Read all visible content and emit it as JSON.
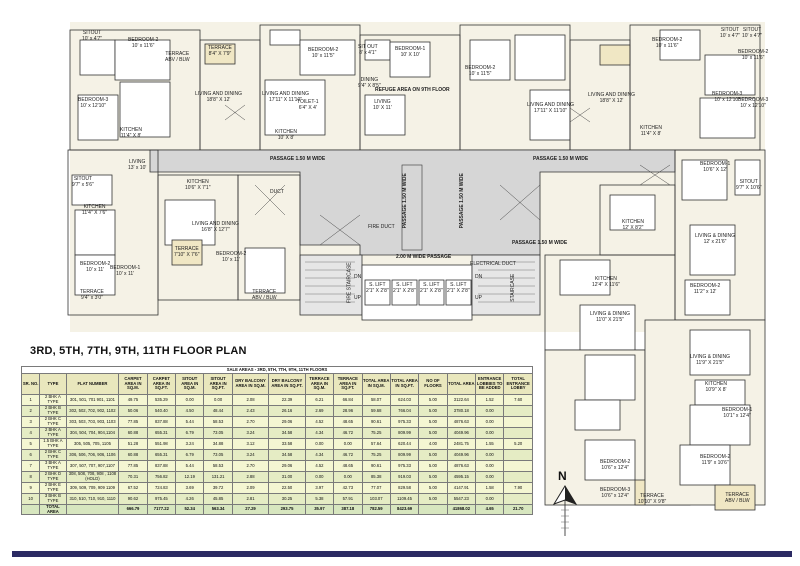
{
  "floor_plan_title": "3RD, 5TH, 7TH, 9TH, 11TH FLOOR PLAN",
  "north_label": "N",
  "colors": {
    "outline": "#333333",
    "grey_fill": "#d6d6d6",
    "tan_fill": "#f0e7c4",
    "table_header": "#e9e7bd",
    "bottom_bar": "#2b2a63"
  },
  "labels": {
    "passage_top_left": "PASSAGE 1.50 M WIDE",
    "passage_top_right": "PASSAGE 1.50 M WIDE",
    "passage_vertical_left": "PASSAGE 1.50 M WIDE",
    "passage_vertical_right": "PASSAGE 1.50 M WIDE",
    "passage_bottom": "PASSAGE 1.50 M WIDE",
    "passage_centre": "2.00 M WIDE PASSAGE",
    "refuge": "REFUGE AREA ON 9TH FLOOR",
    "fire_staircase": "FIRE STAIRCASE",
    "staircase": "STAIRCASE",
    "fire_duct": "FIRE DUCT",
    "electrical_duct": "ELECTRICAL DUCT",
    "lift_1": "S. LIFT\n2'1\" X 2'8\"",
    "lift_2": "S. LIFT\n2'1\" X 2'8\"",
    "lift_3": "S. LIFT\n2'1\" X 2'8\"",
    "lift_4": "S. LIFT\n2'1\" X 2'8\"",
    "up_1": "UP",
    "up_2": "UP",
    "dn_1": "DN",
    "dn_2": "DN",
    "duct": "DUCT",
    "rooms": [
      {
        "t": "SITOUT\n10' x 4'7\""
      },
      {
        "t": "BEDROOM-2\n10' x 11'6\""
      },
      {
        "t": "TERRACE\nABV / BLW"
      },
      {
        "t": "TERRACE\n8'4\" X 7'9\""
      },
      {
        "t": "BEDROOM-3\n10' x 12'10\""
      },
      {
        "t": "LIVING AND DINING\n18'8\" X 12'"
      },
      {
        "t": "KITCHEN\n11'4\" X 8'"
      },
      {
        "t": "LIVING AND DINING\n17'11\" X 11'10\""
      },
      {
        "t": "TOILET-1\n6'4\" X 4'"
      },
      {
        "t": "KITCHEN\n10' X 8'"
      },
      {
        "t": "BEDROOM-2\n10' x 11'5\""
      },
      {
        "t": "SIT OUT\n8' x 4'1\""
      },
      {
        "t": "BEDROOM-1\n10' X 10'"
      },
      {
        "t": "LIVING\n10' X 11'"
      },
      {
        "t": "DINING\n9'4\" X 8'5\""
      },
      {
        "t": "BEDROOM-2\n10' x 11'5\""
      },
      {
        "t": "LIVING AND DINING\n17'11\" X 11'10\""
      },
      {
        "t": "LIVING AND DINING\n18'8\" X 12'"
      },
      {
        "t": "SITOUT\n10' x 4'7\""
      },
      {
        "t": "BEDROOM-2\n10' x 11'6\""
      },
      {
        "t": "BEDROOM-3\n10' x 12'10\""
      },
      {
        "t": "KITCHEN\n11'4\" X 8'"
      },
      {
        "t": "LIVING\n13' x 10'"
      },
      {
        "t": "SITOUT\n9'7\" x 5'6\""
      },
      {
        "t": "KITCHEN\n11'4\" X 7'6\""
      },
      {
        "t": "BEDROOM-2\n10' x 11'"
      },
      {
        "t": "BEDROOM-1\n10' x 11'"
      },
      {
        "t": "TERRACE\n9'4\" x 3'0\""
      },
      {
        "t": "KITCHEN\n10'6\" X 7'1\""
      },
      {
        "t": "LIVING AND DINING\n16'8\" X 12'7\""
      },
      {
        "t": "TERRACE\n7'10\" X 7'6\""
      },
      {
        "t": "BEDROOM-2\n10' x 11'"
      },
      {
        "t": "TERRACE\nABV / BLW"
      },
      {
        "t": "BEDROOM-1\n10'6\" X 12'"
      },
      {
        "t": "KITCHEN\n12' X 8'2\""
      },
      {
        "t": "LIVING & DINING\n12' x 21'6\""
      },
      {
        "t": "BEDROOM-2\n11'2\" x 12'"
      },
      {
        "t": "SITOUT\n9'7\" X 10'6\""
      },
      {
        "t": "KITCHEN\n12'4\" X 11'6\""
      },
      {
        "t": "LIVING & DINING\n11'0\" X 21'5\""
      },
      {
        "t": "BEDROOM-2\n10'6\" x 12'4\""
      },
      {
        "t": "BEDROOM-3\n10'6\" x 12'4\""
      },
      {
        "t": "LIVING & DINING\n11'9\" X 21'5\""
      },
      {
        "t": "KITCHEN\n10'9\" X 8'"
      },
      {
        "t": "BEDROOM-1\n10'1\" x 12'4\""
      },
      {
        "t": "BEDROOM-2\n11'9\" x 10'6\""
      },
      {
        "t": "TERRACE\n10'10\" X 9'8\""
      },
      {
        "t": "TERRACE\nABV / BLW"
      },
      {
        "t": "SITOUT\n10' x 4'7\""
      },
      {
        "t": "BEDROOM-2\n10' x 11'6\""
      },
      {
        "t": "BEDROOM-3\n10' x 12'10\""
      }
    ]
  },
  "table": {
    "caption": "SALE AREAS - 3RD, 5TH, 7TH, 9TH, 11TH FLOORS",
    "headers": [
      "SR. NO.",
      "TYPE",
      "FLAT NUMBER",
      "CARPET AREA IN SQ.M.",
      "CARPET AREA IN SQ.FT.",
      "SITOUT AREA IN SQ.M.",
      "SITOUT AREA IN SQ.FT.",
      "DRY BALCONY AREA IN SQ.M.",
      "DRY BALCONY AREA IN SQ.FT.",
      "TERRACE AREA IN SQ.M.",
      "TERRACE AREA IN SQ.FT.",
      "TOTAL AREA IN SQ.M.",
      "TOTAL AREA IN SQ.FT.",
      "NO OF FLOORS",
      "TOTAL AREA",
      "ENTRANCE LOBBIES TO BE ADDED",
      "TOTAL ENTRANCE LOBBY"
    ],
    "rows": [
      [
        "1",
        "2 BHK A TYPE",
        "301, 501, 701 901, 1101",
        "49.75",
        "535.29",
        "0.00",
        "0.00",
        "2.08",
        "22.39",
        "6.21",
        "66.84",
        "58.07",
        "624.03",
        "5.00",
        "3122.64",
        "1.52",
        "7.60"
      ],
      [
        "2",
        "2 BHK B TYPE",
        "302, 502, 702, 902, 1102",
        "50.06",
        "540.40",
        "4.50",
        "48.44",
        "2.43",
        "26.16",
        "2.69",
        "28.96",
        "59.68",
        "766.04",
        "5.00",
        "3780.18",
        "0.00",
        ""
      ],
      [
        "3",
        "2 BHK C TYPE",
        "303, 503, 703, 903, 1103",
        "77.85",
        "837.88",
        "5.44",
        "58.53",
        "2.70",
        "29.06",
        "4.52",
        "48.65",
        "90.61",
        "975.33",
        "5.00",
        "4876.63",
        "0.00",
        ""
      ],
      [
        "4",
        "2 BHK A TYPE",
        "304, 504, 704, 904,1104",
        "60.88",
        "655.31",
        "6.79",
        "73.05",
        "3.24",
        "34.58",
        "4.34",
        "46.72",
        "75.25",
        "809.99",
        "5.00",
        "4049.96",
        "0.00",
        ""
      ],
      [
        "5",
        "1.5 BHK A TYPE",
        "305, 505, 705, 1105",
        "51.28",
        "551.98",
        "3.24",
        "34.88",
        "3.12",
        "33.58",
        "0.00",
        "0.00",
        "57.64",
        "620.44",
        "4.00",
        "2481.75",
        "1.55",
        "5.20"
      ],
      [
        "6",
        "2 BHK C TYPE",
        "306, 506, 706, 906, 1106",
        "60.88",
        "655.31",
        "6.79",
        "73.05",
        "3.24",
        "34.58",
        "4.34",
        "46.72",
        "75.25",
        "809.99",
        "5.00",
        "4049.96",
        "0.00",
        ""
      ],
      [
        "7",
        "3 BHK A TYPE",
        "307, 507, 707, 907,1107",
        "77.85",
        "837.88",
        "5.44",
        "58.53",
        "2.70",
        "29.06",
        "4.52",
        "48.65",
        "90.61",
        "975.33",
        "5.00",
        "4876.63",
        "0.00",
        ""
      ],
      [
        "8",
        "2 BHK D TYPE",
        "308, 508, 708, 908 , 1108 (HOLD)",
        "70.31",
        "756.82",
        "12.19",
        "131.21",
        "2.88",
        "31.00",
        "0.00",
        "0.00",
        "85.38",
        "919.03",
        "5.00",
        "4595.15",
        "0.00",
        ""
      ],
      [
        "9",
        "2 BHK E TYPE",
        "309, 509, 709, 909 1109",
        "67.52",
        "724.83",
        "3.69",
        "39.72",
        "2.09",
        "22.50",
        "3.97",
        "42.73",
        "77.07",
        "829.58",
        "5.00",
        "4147.91",
        "1.58",
        "7.90"
      ],
      [
        "10",
        "3 BHK B TYPE",
        "310, 510, 710, 910, 1110",
        "90.62",
        "975.45",
        "4.26",
        "45.85",
        "2.81",
        "30.25",
        "5.38",
        "57.91",
        "103.07",
        "1109.45",
        "5.00",
        "5547.23",
        "0.00",
        ""
      ]
    ],
    "total": [
      "",
      "TOTAL AREA",
      "",
      "666.79",
      "7177.22",
      "52.34",
      "563.34",
      "27.29",
      "293.75",
      "35.97",
      "387.18",
      "782.59",
      "8423.69",
      "",
      "41868.02",
      "4.65",
      "21.70"
    ]
  }
}
